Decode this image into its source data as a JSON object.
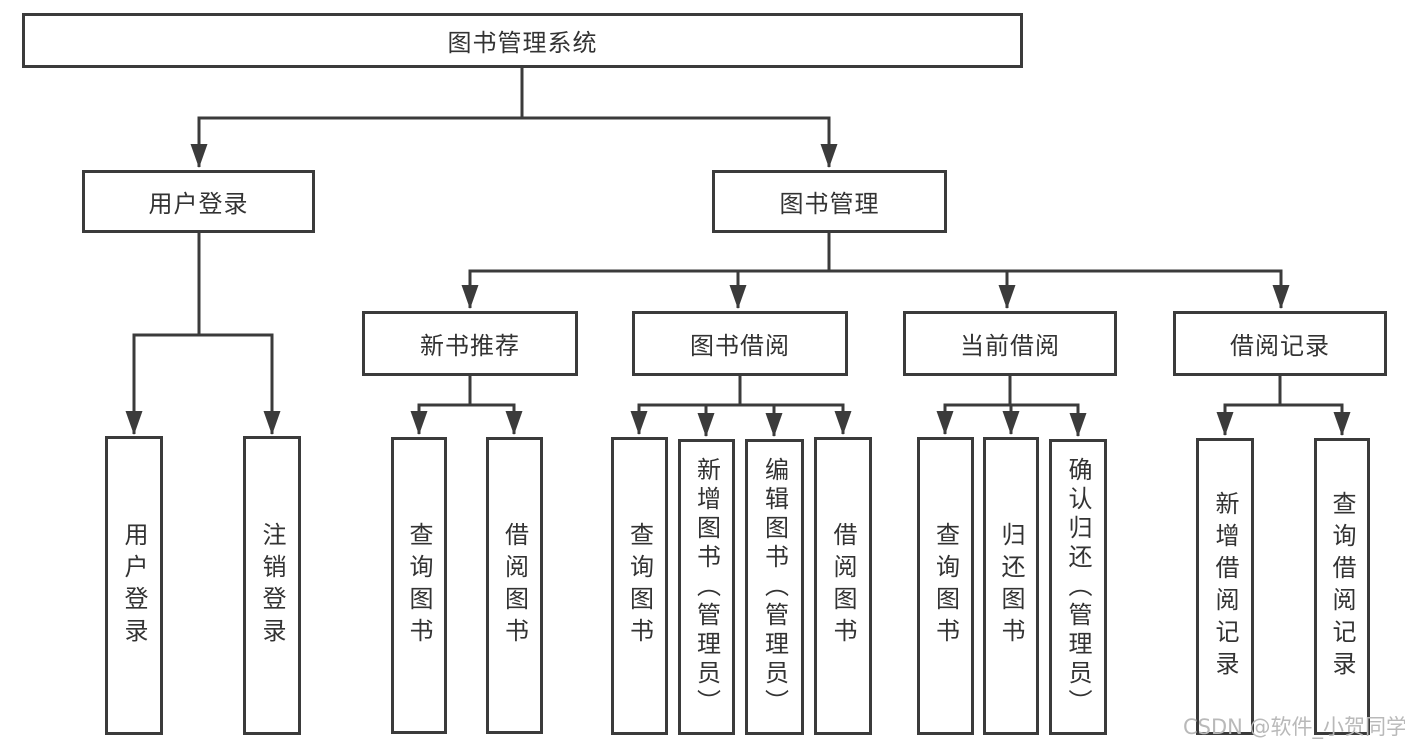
{
  "diagram": {
    "root": {
      "label": "图书管理系统"
    },
    "branches": {
      "user_login": {
        "label": "用户登录",
        "children": [
          {
            "label": "用户登录"
          },
          {
            "label": "注销登录"
          }
        ]
      },
      "book_mgmt": {
        "label": "图书管理",
        "children": [
          {
            "label": "新书推荐",
            "children": [
              {
                "label": "查询图书"
              },
              {
                "label": "借阅图书"
              }
            ]
          },
          {
            "label": "图书借阅",
            "children": [
              {
                "label": "查询图书"
              },
              {
                "label": "新增图书（管理员）"
              },
              {
                "label": "编辑图书（管理员）"
              },
              {
                "label": "借阅图书"
              }
            ]
          },
          {
            "label": "当前借阅",
            "children": [
              {
                "label": "查询图书"
              },
              {
                "label": "归还图书"
              },
              {
                "label": "确认归还（管理员）"
              }
            ]
          },
          {
            "label": "借阅记录",
            "children": [
              {
                "label": "新增借阅记录"
              },
              {
                "label": "查询借阅记录"
              }
            ]
          }
        ]
      }
    }
  },
  "watermark": {
    "text": "CSDN @软件_小贺同学"
  },
  "colors": {
    "line": "#3b3b3b",
    "text": "#333333",
    "watermark": "#b9b9b9",
    "background": "#ffffff"
  }
}
